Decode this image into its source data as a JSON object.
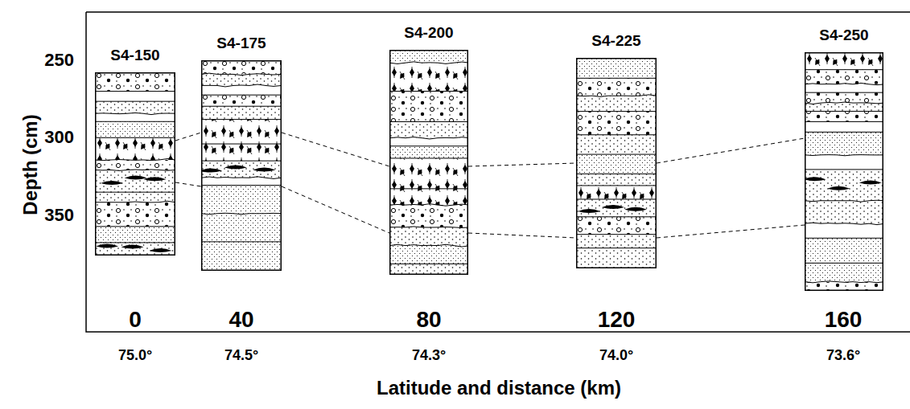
{
  "diagram": {
    "nodes": [
      {
        "text": [
          "S4-150"
        ]
      },
      {
        "text": [
          "S4-175"
        ]
      },
      {
        "text": [
          "S4-200"
        ]
      },
      {
        "text": [
          "S4-225"
        ]
      },
      {
        "text": [
          "S4-250"
        ]
      }
    ],
    "edges": [
      {
        "from": 0,
        "to": 1,
        "arrow": "none"
      },
      {
        "from": 0,
        "to": 1,
        "arrow": "none"
      },
      {
        "from": 1,
        "to": 2,
        "arrow": "none"
      },
      {
        "from": 1,
        "to": 2,
        "arrow": "none"
      },
      {
        "from": 2,
        "to": 3,
        "arrow": "none"
      },
      {
        "from": 2,
        "to": 3,
        "arrow": "none"
      },
      {
        "from": 3,
        "to": 4,
        "arrow": "none"
      },
      {
        "from": 3,
        "to": 4,
        "arrow": "none"
      }
    ],
    "labels": [
      "Depth (cm)",
      "250",
      "300",
      "350",
      "0",
      "40",
      "80",
      "120",
      "160",
      "75.0°",
      "74.5°",
      "74.3°",
      "74.0°",
      "73.6°",
      "Latitude and distance (km)"
    ]
  }
}
